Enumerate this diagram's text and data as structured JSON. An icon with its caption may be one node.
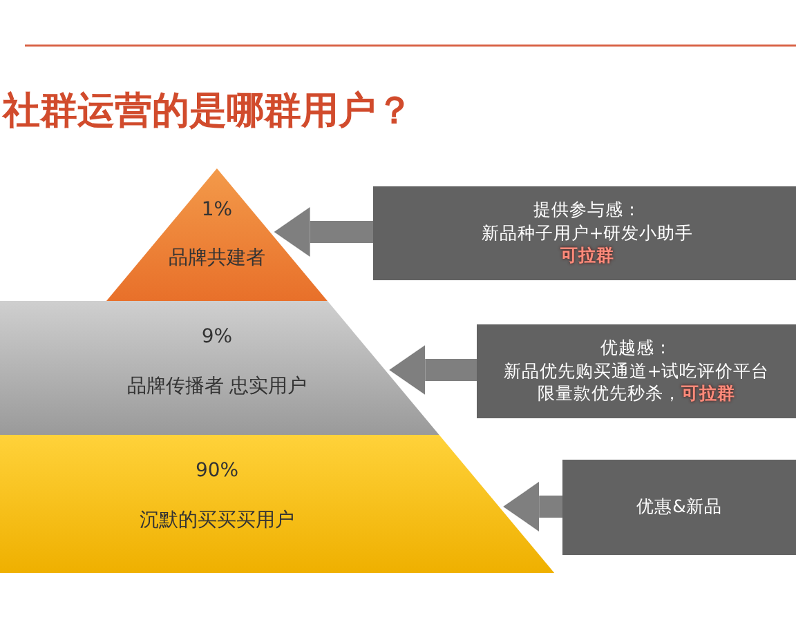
{
  "diagram": {
    "title": "社群运营的是哪群用户？",
    "nodes": [
      {
        "text": [
          "1%",
          "品牌共建者"
        ]
      },
      {
        "text": [
          "9%",
          "品牌传播者 忠实用户"
        ]
      },
      {
        "text": [
          "90%",
          "沉默的买买买用户"
        ]
      },
      {
        "text": [
          "提供参与感：",
          "新品种子用户+研发小助手",
          "可拉群"
        ]
      },
      {
        "text": [
          "优越感：",
          "新品优先购买通道+试吃评价平台",
          "限量款优先秒杀，",
          "可拉群"
        ]
      },
      {
        "text": [
          "优惠&新品"
        ]
      }
    ],
    "edges": [
      {
        "from": 3,
        "to": 0,
        "arrow": "to"
      },
      {
        "from": 4,
        "to": 1,
        "arrow": "to"
      },
      {
        "from": 5,
        "to": 2,
        "arrow": "to"
      }
    ]
  }
}
